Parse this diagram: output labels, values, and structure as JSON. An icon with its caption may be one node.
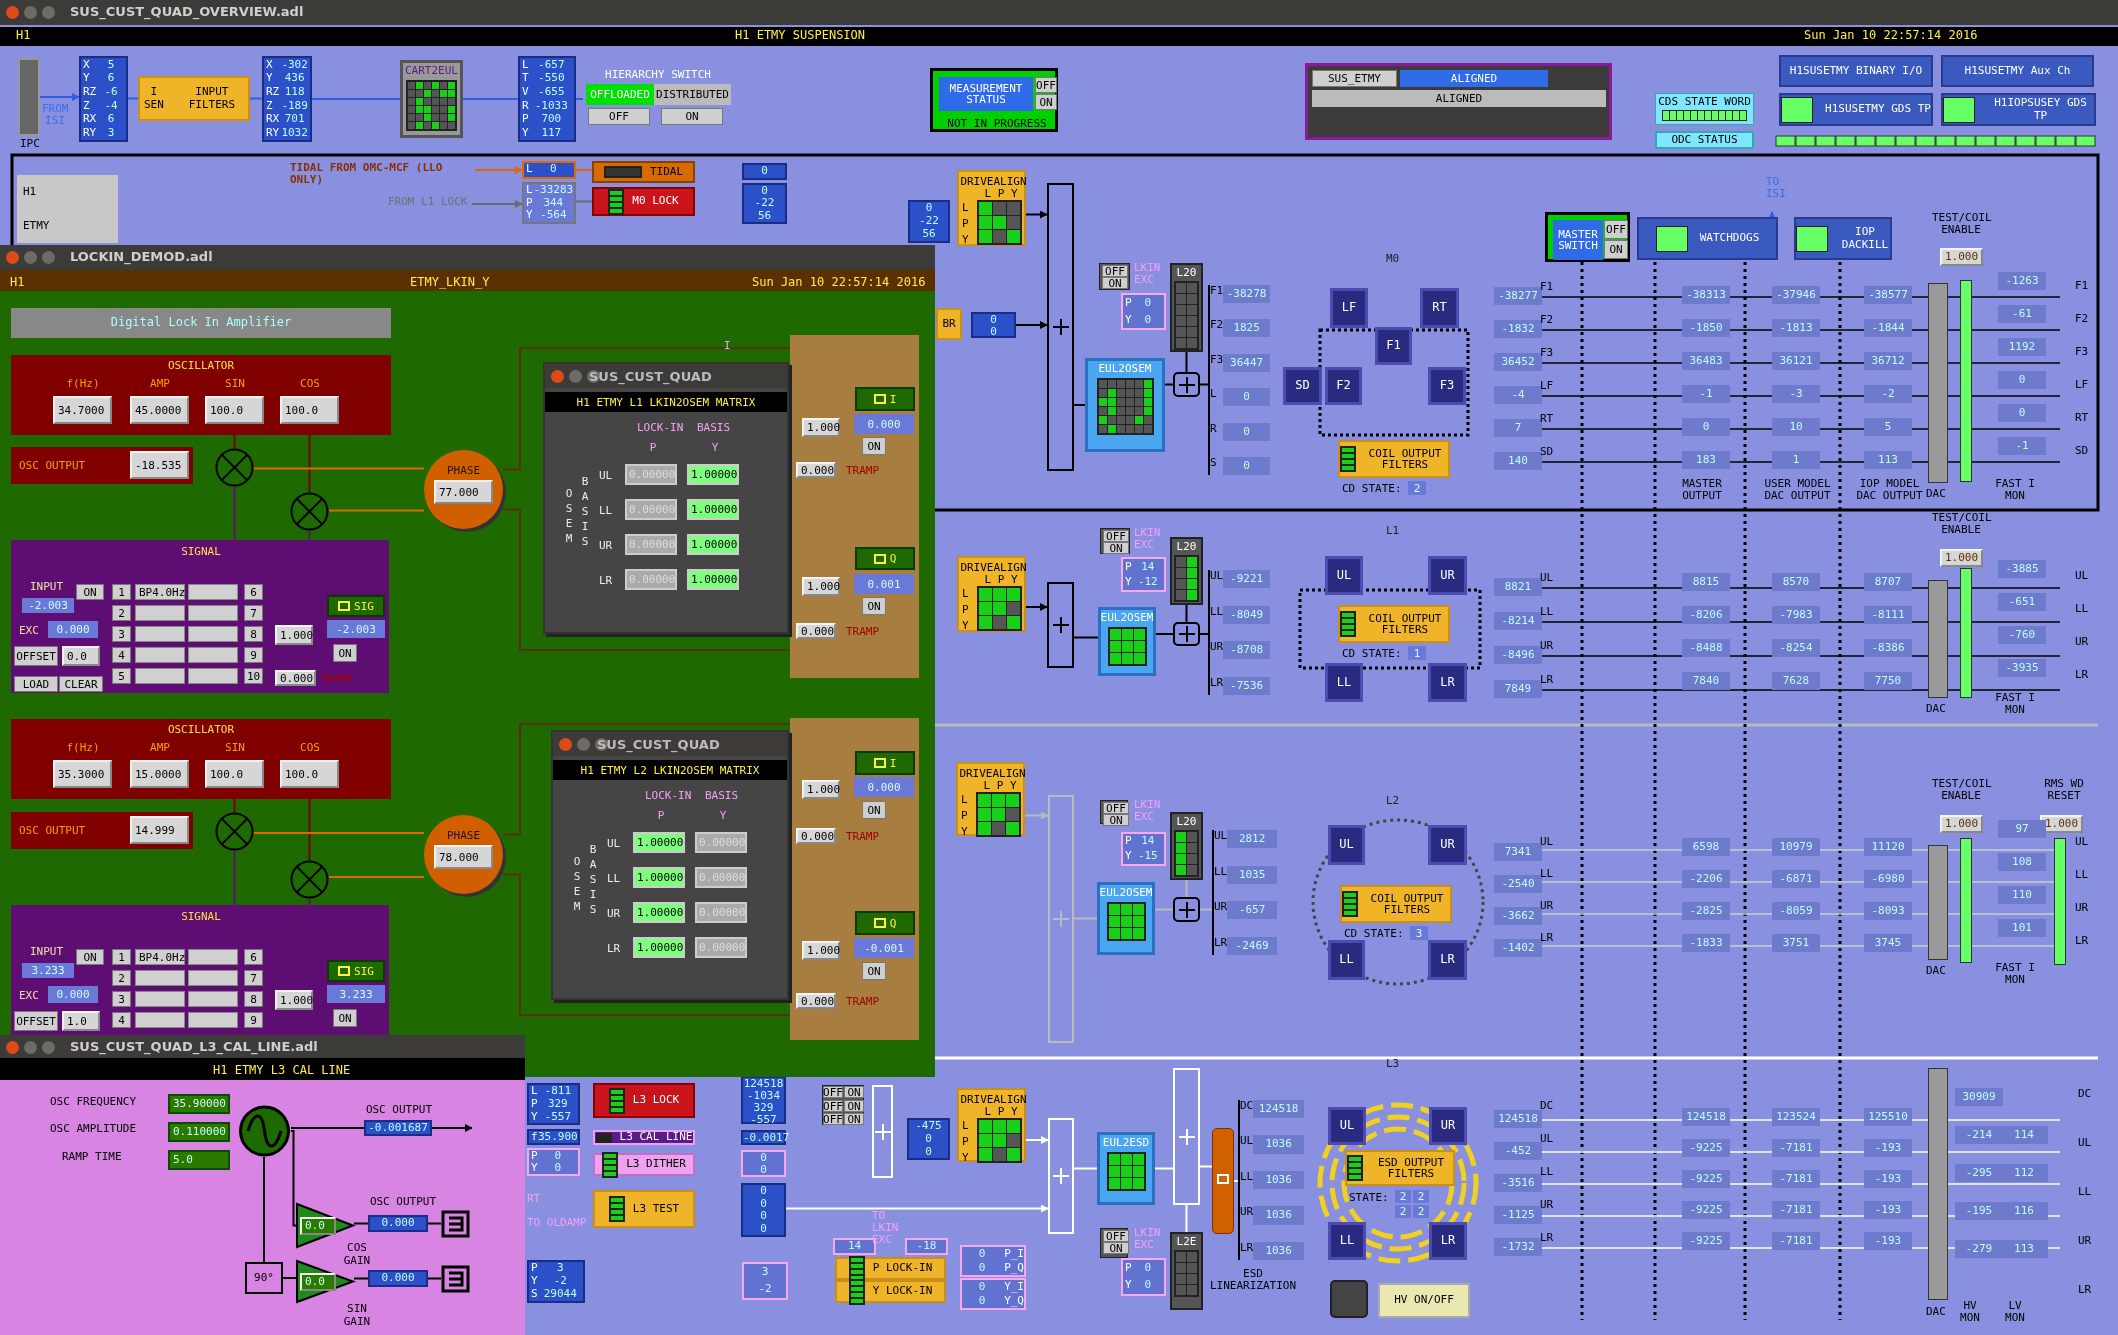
{
  "diagram": {
    "nodes": [
      {
        "text": [
          "SUS_CUST_QUAD_OVERVIEW.adl"
        ]
      },
      {
        "text": [
          "IPC"
        ],
        "in": 0
      },
      {
        "text": [
          "X",
          "5",
          "Y",
          "6",
          "RZ",
          "-6",
          "Z",
          "-4",
          "RX",
          "6",
          "RY",
          "3"
        ],
        "in": 0
      },
      {
        "text": [
          "I SEN",
          "INPUT FILTERS"
        ],
        "in": 0
      },
      {
        "text": [
          "X",
          "-302",
          "Y",
          "436",
          "RZ",
          "118",
          "Z",
          "-189",
          "RX",
          "701",
          "RY",
          "1032"
        ],
        "in": 0
      },
      {
        "text": [
          "CART2EUL"
        ],
        "in": 0
      },
      {
        "text": [
          "L",
          "-657",
          "T",
          "-550",
          "V",
          "-655",
          "R",
          "-1033",
          "P",
          "700",
          "Y",
          "117"
        ],
        "in": 0
      },
      {
        "text": [
          "HIERARCHY SWITCH",
          "OFFLOADED",
          "DISTRIBUTED",
          "OFF",
          "ON"
        ],
        "in": 0
      },
      {
        "text": [
          "MEASUREMENT STATUS",
          "OFF",
          "ON",
          "NOT IN PROGRESS"
        ],
        "in": 0
      },
      {
        "text": [
          "SUS_ETMY",
          "ALIGNED",
          "ALIGNED"
        ],
        "in": 0
      },
      {
        "text": [
          "CDS STATE WORD"
        ],
        "in": 0
      },
      {
        "text": [
          "ODC STATUS"
        ],
        "in": 0
      },
      {
        "text": [
          "H1SUSETMY BINARY I/O"
        ],
        "in": 0
      },
      {
        "text": [
          "H1SUSETMY Aux Ch"
        ],
        "in": 0
      },
      {
        "text": [
          "H1SUSETMY GDS TP"
        ],
        "in": 0
      },
      {
        "text": [
          "H1IOPSUSEY GDS TP"
        ],
        "in": 0
      },
      {
        "text": [
          "H1",
          "ETMY"
        ],
        "in": 0
      },
      {
        "text": [
          "TIDAL FROM OMC-MCF (LLO ONLY)"
        ],
        "in": 0
      },
      {
        "text": [
          "FROM L1 LOCK"
        ],
        "in": 0
      },
      {
        "text": [
          "L",
          "0"
        ],
        "in": 0
      },
      {
        "text": [
          "L",
          "-33283",
          "P",
          "344",
          "Y",
          "-564"
        ],
        "in": 0
      },
      {
        "text": [
          "TIDAL"
        ],
        "in": 0
      },
      {
        "text": [
          "M0 LOCK"
        ],
        "in": 0
      },
      {
        "text": [
          "0"
        ],
        "in": 0
      },
      {
        "text": [
          "0",
          "-22",
          "56"
        ],
        "in": 0
      },
      {
        "text": [
          "0",
          "-22",
          "56"
        ],
        "in": 0
      },
      {
        "text": [
          "DRIVEALIGN",
          "L P Y",
          "L",
          "P",
          "Y"
        ],
        "in": 0
      },
      {
        "text": [],
        "shape": "bar",
        "in": 0
      },
      {
        "text": [
          "BR"
        ],
        "in": 0
      },
      {
        "text": [
          "0",
          "0"
        ],
        "in": 0
      },
      {
        "text": [
          "OFF",
          "ON"
        ],
        "in": 0
      },
      {
        "text": [
          "P",
          "0",
          "Y",
          "0"
        ],
        "in": 0
      },
      {
        "text": [
          "L20"
        ],
        "in": 0
      },
      {
        "text": [
          "EUL2OSEM"
        ],
        "in": 0
      },
      {
        "text": [],
        "shape": "box",
        "in": 0
      },
      {
        "text": [
          "F1",
          "-38278",
          "F2",
          "1825",
          "F3",
          "36447",
          "L",
          "0",
          "R",
          "0",
          "S",
          "0"
        ],
        "in": 0
      },
      {
        "text": [
          "LF"
        ],
        "in": 0
      },
      {
        "text": [
          "RT"
        ],
        "in": 0
      },
      {
        "text": [
          "F1"
        ],
        "in": 0
      },
      {
        "text": [
          "SD"
        ],
        "in": 0
      },
      {
        "text": [
          "F2"
        ],
        "in": 0
      },
      {
        "text": [
          "F3"
        ],
        "in": 0
      },
      {
        "text": [
          "COIL OUTPUT FILTERS",
          "CD STATE:",
          "2"
        ],
        "in": 0
      },
      {
        "text": [
          "MASTER SWITCH",
          "OFF",
          "ON"
        ],
        "in": 0
      },
      {
        "text": [
          "WATCHDOGS"
        ],
        "in": 0
      },
      {
        "text": [
          "IOP DACKILL"
        ],
        "in": 0
      },
      {
        "text": [
          "TO ISI"
        ],
        "in": 0
      },
      {
        "text": [
          "DRIVEALIGN",
          "L P Y",
          "L",
          "P",
          "Y"
        ],
        "in": 0
      },
      {
        "text": [],
        "shape": "bar",
        "in": 0
      },
      {
        "text": [
          "OFF",
          "ON"
        ],
        "in": 0
      },
      {
        "text": [
          "P",
          "14",
          "Y",
          "-12"
        ],
        "in": 0
      },
      {
        "text": [
          "L20"
        ],
        "in": 0
      },
      {
        "text": [
          "EUL2OSEM"
        ],
        "in": 0
      },
      {
        "text": [],
        "shape": "box",
        "in": 0
      },
      {
        "text": [
          "UL",
          "-9221",
          "LL",
          "-8049",
          "UR",
          "-8708",
          "LR",
          "-7536"
        ],
        "in": 0
      },
      {
        "text": [
          "UL"
        ],
        "in": 0
      },
      {
        "text": [
          "UR"
        ],
        "in": 0
      },
      {
        "text": [
          "LL"
        ],
        "in": 0
      },
      {
        "text": [
          "LR"
        ],
        "in": 0
      },
      {
        "text": [
          "COIL OUTPUT FILTERS",
          "CD STATE:",
          "1"
        ],
        "in": 0
      },
      {
        "text": [
          "DRIVEALIGN",
          "L P Y",
          "L",
          "P",
          "Y"
        ],
        "in": 0
      },
      {
        "text": [],
        "shape": "bar",
        "in": 0
      },
      {
        "text": [
          "OFF",
          "ON"
        ],
        "in": 0
      },
      {
        "text": [
          "P",
          "14",
          "Y",
          "-15"
        ],
        "in": 0
      },
      {
        "text": [
          "L20"
        ],
        "in": 0
      },
      {
        "text": [
          "EUL2OSEM"
        ],
        "in": 0
      },
      {
        "text": [],
        "shape": "box",
        "in": 0
      },
      {
        "text": [
          "UL",
          "2812",
          "LL",
          "1035",
          "UR",
          "-657",
          "LR",
          "-2469"
        ],
        "in": 0
      },
      {
        "text": [
          "UL"
        ],
        "in": 0
      },
      {
        "text": [
          "UR"
        ],
        "in": 0
      },
      {
        "text": [
          "LL"
        ],
        "in": 0
      },
      {
        "text": [
          "LR"
        ],
        "in": 0
      },
      {
        "text": [
          "COIL OUTPUT FILTERS",
          "CD STATE:",
          "3"
        ],
        "in": 0
      },
      {
        "text": [
          "L",
          "-811",
          "P",
          "329",
          "Y",
          "-557"
        ],
        "in": 0
      },
      {
        "text": [
          "f",
          "35.900"
        ],
        "in": 0
      },
      {
        "text": [
          "P",
          "0",
          "Y",
          "0"
        ],
        "in": 0
      },
      {
        "text": [
          "P",
          "3",
          "Y",
          "-2",
          "S",
          "29044"
        ],
        "in": 0
      },
      {
        "text": [
          "L3 LOCK"
        ],
        "in": 0
      },
      {
        "text": [
          "L3 CAL LINE"
        ],
        "in": 0
      },
      {
        "text": [
          "L3 DITHER"
        ],
        "in": 0
      },
      {
        "text": [
          "L3 TEST"
        ],
        "in": 0
      },
      {
        "text": [
          "124518",
          "-1034",
          "329",
          "-557"
        ],
        "in": 0
      },
      {
        "text": [
          "-0.0017"
        ],
        "in": 0
      },
      {
        "text": [
          "0",
          "0"
        ],
        "in": 0
      },
      {
        "text": [
          "0",
          "0",
          "0",
          "0"
        ],
        "in": 0
      },
      {
        "text": [
          "OFF",
          "ON",
          "OFF",
          "ON",
          "OFF",
          "ON"
        ],
        "in": 0
      },
      {
        "text": [],
        "shape": "bar",
        "in": 0
      },
      {
        "text": [
          "-475",
          "0",
          "0"
        ],
        "in": 0
      },
      {
        "text": [
          "DRIVEALIGN",
          "L P Y",
          "L",
          "P",
          "Y"
        ],
        "in": 0
      },
      {
        "text": [],
        "shape": "bar",
        "in": 0
      },
      {
        "text": [
          "EUL2ESD"
        ],
        "in": 0
      },
      {
        "text": [],
        "shape": "bar",
        "in": 0
      },
      {
        "text": [],
        "shape": "box",
        "in": 0
      },
      {
        "text": [
          "DC",
          "124518",
          "UL",
          "1036",
          "LL",
          "1036",
          "UR",
          "1036",
          "LR",
          "1036"
        ],
        "in": 0
      },
      {
        "text": [
          "OFF",
          "ON"
        ],
        "in": 0
      },
      {
        "text": [
          "P",
          "0",
          "Y",
          "0"
        ],
        "in": 0
      },
      {
        "text": [
          "L2E"
        ],
        "in": 0
      },
      {
        "text": [
          "P LOCK-IN"
        ],
        "in": 0
      },
      {
        "text": [
          "Y LOCK-IN"
        ],
        "in": 0
      },
      {
        "text": [
          "14"
        ],
        "in": 0
      },
      {
        "text": [
          "-18"
        ],
        "in": 0
      },
      {
        "text": [
          "3",
          "-2"
        ],
        "in": 0
      },
      {
        "text": [
          "0",
          "P_I",
          "0",
          "P_Q"
        ],
        "in": 0
      },
      {
        "text": [
          "0",
          "Y_I",
          "0",
          "Y_Q"
        ],
        "in": 0
      },
      {
        "text": [
          "UL"
        ],
        "in": 0
      },
      {
        "text": [
          "UR"
        ],
        "in": 0
      },
      {
        "text": [
          "LL"
        ],
        "in": 0
      },
      {
        "text": [
          "LR"
        ],
        "in": 0
      },
      {
        "text": [
          "ESD OUTPUT FILTERS",
          "STATE:",
          "2",
          "2",
          "2",
          "2"
        ],
        "in": 0
      },
      {
        "text": [],
        "shape": "box",
        "in": 0
      },
      {
        "text": [
          "HV ON/OFF"
        ],
        "in": 0
      },
      {
        "text": [
          "LOCKIN_DEMOD.adl"
        ],
        "in": 0
      },
      {
        "text": [
          "Digital Lock In Amplifier"
        ],
        "in": 111
      },
      {
        "text": [
          "OSCILLATOR",
          "f(Hz)",
          "AMP",
          "SIN",
          "COS",
          "34.7000",
          "45.0000",
          "100.0",
          "100.0"
        ],
        "in": 111
      },
      {
        "text": [
          "OSC OUTPUT",
          "-18.535"
        ],
        "in": 111
      },
      {
        "text": [],
        "shape": "circle",
        "in": 111
      },
      {
        "text": [],
        "shape": "circle",
        "in": 111
      },
      {
        "text": [
          "PHASE",
          "77.000"
        ],
        "in": 111
      },
      {
        "text": [
          "SIGNAL",
          "INPUT",
          "-2.003",
          "ON",
          "EXC",
          "0.000",
          "OFFSET",
          "0.0",
          "LOAD",
          "CLEAR",
          "1",
          "2",
          "3",
          "4",
          "5",
          "BP4.0Hz",
          "6",
          "7",
          "8",
          "9",
          "10",
          "1.000",
          "SIG",
          "-2.003",
          "ON",
          "0.000",
          "TRAMP"
        ],
        "in": 111
      },
      {
        "text": [
          "I",
          "1.000",
          "0.000",
          "ON",
          "0.000",
          "TRAMP"
        ],
        "in": 111
      },
      {
        "text": [
          "Q",
          "1.000",
          "0.001",
          "ON",
          "0.000",
          "TRAMP"
        ],
        "in": 111
      },
      {
        "text": [
          "SUS_CUST_QUAD",
          "H1 ETMY L1 LKIN2OSEM MATRIX",
          "LOCK-IN",
          "BASIS",
          "P",
          "Y",
          "OSEM",
          "BASIS",
          "UL",
          "0.00000",
          "1.00000",
          "LL",
          "0.00000",
          "1.00000",
          "UR",
          "0.00000",
          "1.00000",
          "LR",
          "0.00000",
          "1.00000"
        ],
        "in": 111
      },
      {
        "text": [
          "OSCILLATOR",
          "f(Hz)",
          "AMP",
          "SIN",
          "COS",
          "35.3000",
          "15.0000",
          "100.0",
          "100.0"
        ],
        "in": 111
      },
      {
        "text": [
          "OSC OUTPUT",
          "14.999"
        ],
        "in": 111
      },
      {
        "text": [],
        "shape": "circle",
        "in": 111
      },
      {
        "text": [],
        "shape": "circle",
        "in": 111
      },
      {
        "text": [
          "PHASE",
          "78.000"
        ],
        "in": 111
      },
      {
        "text": [
          "SIGNAL",
          "INPUT",
          "3.233",
          "ON",
          "EXC",
          "0.000",
          "OFFSET",
          "1.0",
          "1",
          "2",
          "3",
          "4",
          "BP4.0Hz",
          "6",
          "7",
          "8",
          "9",
          "1.000",
          "SIG",
          "3.233",
          "ON"
        ],
        "in": 111
      },
      {
        "text": [
          "I",
          "1.000",
          "0.000",
          "ON",
          "0.000",
          "TRAMP"
        ],
        "in": 111
      },
      {
        "text": [
          "Q",
          "1.000",
          "-0.001",
          "ON",
          "0.000",
          "TRAMP"
        ],
        "in": 111
      },
      {
        "text": [
          "SUS_CUST_QUAD",
          "H1 ETMY L2 LKIN2OSEM MATRIX",
          "LOCK-IN",
          "BASIS",
          "P",
          "Y",
          "OSEM",
          "BASIS",
          "UL",
          "1.00000",
          "0.00000",
          "LL",
          "1.00000",
          "0.00000",
          "UR",
          "1.00000",
          "0.00000",
          "LR",
          "1.00000",
          "0.00000"
        ],
        "in": 111
      },
      {
        "text": [
          "SUS_CUST_QUAD_L3_CAL_LINE.adl"
        ],
        "in": 0
      },
      {
        "text": [],
        "shape": "circle",
        "in": 131
      },
      {
        "text": [
          "-0.001687"
        ],
        "beside": [
          "OSC OUTPUT"
        ],
        "in": 131
      },
      {
        "text": [
          "0.0"
        ],
        "beside": [
          "COS GAIN"
        ],
        "in": 131
      },
      {
        "text": [
          "0.000"
        ],
        "beside": [
          "OSC OUTPUT"
        ],
        "in": 131
      },
      {
        "text": [],
        "shape": "box",
        "in": 131
      },
      {
        "text": [
          "90°"
        ],
        "in": 131
      },
      {
        "text": [
          "0.0"
        ],
        "beside": [
          "SIN GAIN"
        ],
        "in": 131
      },
      {
        "text": [
          "0.000"
        ],
        "in": 131
      },
      {
        "text": [],
        "shape": "box",
        "in": 131
      },
      {
        "text": [],
        "shape": "bar",
        "in": 0
      },
      {
        "text": [],
        "shape": "bar",
        "in": 0
      },
      {
        "text": [],
        "shape": "bar",
        "in": 0
      },
      {
        "text": [],
        "shape": "bar",
        "in": 0
      },
      {
        "text": [],
        "shape": "bar",
        "in": 0
      },
      {
        "text": [],
        "shape": "bar",
        "in": 0
      },
      {
        "text": [],
        "shape": "bar",
        "in": 0
      },
      {
        "text": [],
        "shape": "bar",
        "in": 0
      }
    ],
    "edges": [
      {
        "from": 1,
        "to": 2,
        "arrow": "to",
        "color": "#2f5fe0"
      },
      {
        "from": 2,
        "to": 3,
        "arrow": "none",
        "color": "#2f5fe0"
      },
      {
        "from": 3,
        "to": 4,
        "arrow": "none",
        "color": "#2f5fe0"
      },
      {
        "from": 4,
        "to": 5,
        "arrow": "none",
        "color": "#2f5fe0"
      },
      {
        "from": 5,
        "to": 6,
        "arrow": "none",
        "color": "#2f5fe0"
      },
      {
        "from": 6,
        "to": 7,
        "arrow": "none",
        "color": "#2f5fe0"
      },
      {
        "from": 17,
        "to": 19,
        "arrow": "to",
        "color": "#e06a00"
      },
      {
        "from": 19,
        "to": 21,
        "arrow": "none",
        "color": "#e06a00"
      },
      {
        "from": 18,
        "to": 20,
        "arrow": "to",
        "color": "#6b6b6b"
      },
      {
        "from": 20,
        "to": 22,
        "arrow": "none",
        "color": "#6b6b6b"
      },
      {
        "from": 26,
        "to": 27,
        "arrow": "to"
      },
      {
        "from": 29,
        "to": 27,
        "arrow": "to"
      },
      {
        "from": 27,
        "to": 33,
        "arrow": "none"
      },
      {
        "from": 33,
        "to": 34,
        "arrow": "none"
      },
      {
        "from": 32,
        "to": 34,
        "arrow": "none"
      },
      {
        "from": 34,
        "to": 35,
        "arrow": "none"
      },
      {
        "from": 44,
        "to": 46,
        "arrow": "to",
        "color": "#2f5fe0"
      },
      {
        "from": 47,
        "to": 48,
        "arrow": "to"
      },
      {
        "from": 48,
        "to": 52,
        "arrow": "none"
      },
      {
        "from": 52,
        "to": 53,
        "arrow": "none"
      },
      {
        "from": 51,
        "to": 53,
        "arrow": "none"
      },
      {
        "from": 53,
        "to": 54,
        "arrow": "none"
      },
      {
        "from": 60,
        "to": 61,
        "arrow": "to",
        "color": "#b9b9b9"
      },
      {
        "from": 61,
        "to": 65,
        "arrow": "none",
        "color": "#b9b9b9"
      },
      {
        "from": 65,
        "to": 66,
        "arrow": "none",
        "color": "#b9b9b9"
      },
      {
        "from": 64,
        "to": 66,
        "arrow": "none",
        "color": "#b9b9b9"
      },
      {
        "from": 66,
        "to": 67,
        "arrow": "none",
        "color": "#b9b9b9"
      },
      {
        "from": 88,
        "to": 89,
        "arrow": "to",
        "color": "#ffffff"
      },
      {
        "from": 84,
        "to": 89,
        "arrow": "to",
        "color": "#ffffff"
      },
      {
        "from": 89,
        "to": 90,
        "arrow": "none",
        "color": "#ffffff"
      },
      {
        "from": 90,
        "to": 91,
        "arrow": "none",
        "color": "#ffffff"
      },
      {
        "from": 91,
        "to": 92,
        "arrow": "none",
        "color": "#ffffff"
      },
      {
        "from": 96,
        "to": 91,
        "arrow": "none",
        "color": "#ffffff"
      },
      {
        "from": 92,
        "to": 93,
        "arrow": "none",
        "color": "#ffffff"
      },
      {
        "from": 113,
        "to": 115,
        "arrow": "none",
        "color": "#7a0000"
      },
      {
        "from": 113,
        "to": 116,
        "arrow": "none",
        "color": "#7a0000"
      },
      {
        "from": 118,
        "to": 115,
        "arrow": "none",
        "color": "#5e0d72"
      },
      {
        "from": 118,
        "to": 116,
        "arrow": "none",
        "color": "#5e0d72"
      },
      {
        "from": 115,
        "to": 117,
        "arrow": "none",
        "color": "#e06a00"
      },
      {
        "from": 116,
        "to": 117,
        "arrow": "none",
        "color": "#e06a00"
      },
      {
        "from": 117,
        "to": 119,
        "arrow": "none",
        "color": "#5a3010"
      },
      {
        "from": 117,
        "to": 120,
        "arrow": "none",
        "color": "#5a3010"
      },
      {
        "from": 122,
        "to": 124,
        "arrow": "none",
        "color": "#7a0000"
      },
      {
        "from": 122,
        "to": 125,
        "arrow": "none",
        "color": "#7a0000"
      },
      {
        "from": 127,
        "to": 124,
        "arrow": "none",
        "color": "#5e0d72"
      },
      {
        "from": 127,
        "to": 125,
        "arrow": "none",
        "color": "#5e0d72"
      },
      {
        "from": 124,
        "to": 126,
        "arrow": "none",
        "color": "#e06a00"
      },
      {
        "from": 125,
        "to": 126,
        "arrow": "none",
        "color": "#e06a00"
      },
      {
        "from": 126,
        "to": 128,
        "arrow": "none",
        "color": "#5a3010"
      },
      {
        "from": 126,
        "to": 129,
        "arrow": "none",
        "color": "#5a3010"
      },
      {
        "from": 132,
        "to": 133,
        "arrow": "none"
      },
      {
        "from": 133,
        "to": null,
        "arrow": "to"
      },
      {
        "from": 132,
        "to": 134,
        "arrow": "none"
      },
      {
        "from": 134,
        "to": 135,
        "arrow": "none"
      },
      {
        "from": 135,
        "to": 136,
        "arrow": "none"
      },
      {
        "from": 132,
        "to": 137,
        "arrow": "none"
      },
      {
        "from": 137,
        "to": 138,
        "arrow": "none"
      },
      {
        "from": 138,
        "to": 139,
        "arrow": "none"
      },
      {
        "from": 139,
        "to": 140,
        "arrow": "none"
      }
    ],
    "labels": [
      "H1",
      "H1 ETMY SUSPENSION",
      "Sun Jan 10 22:57:14 2016",
      "FROM ISI",
      "M0",
      "L1",
      "L2",
      "L3",
      "LKIN EXC",
      "LKIN EXC",
      "LKIN EXC",
      "LKIN EXC",
      "-38277",
      "-1832",
      "36452",
      "-4",
      "7",
      "140",
      "F1",
      "F2",
      "F3",
      "LF",
      "RT",
      "SD",
      "-38313",
      "-1850",
      "36483",
      "-1",
      "0",
      "183",
      "-37946",
      "-1813",
      "36121",
      "-3",
      "10",
      "1",
      "-38577",
      "-1844",
      "36712",
      "-2",
      "5",
      "113",
      "MASTER OUTPUT",
      "USER MODEL DAC OUTPUT",
      "IOP MODEL DAC OUTPUT",
      "TEST/COIL ENABLE",
      "1.000",
      "DAC",
      "-1263",
      "-61",
      "1192",
      "0",
      "0",
      "-1",
      "F1",
      "F2",
      "F3",
      "LF",
      "RT",
      "SD",
      "FAST I MON",
      "8821",
      "-8214",
      "-8496",
      "7849",
      "UL",
      "LL",
      "UR",
      "LR",
      "8815",
      "-8206",
      "-8488",
      "7840",
      "8570",
      "-7983",
      "-8254",
      "7628",
      "8707",
      "-8111",
      "-8386",
      "7750",
      "TEST/COIL ENABLE",
      "1.000",
      "DAC",
      "-3885",
      "-651",
      "-760",
      "-3935",
      "UL",
      "LL",
      "UR",
      "LR",
      "FAST I MON",
      "7341",
      "-2540",
      "-3662",
      "-1402",
      "UL",
      "LL",
      "UR",
      "LR",
      "6598",
      "-2206",
      "-2825",
      "-1833",
      "10979",
      "-6871",
      "-8059",
      "3751",
      "11120",
      "-6980",
      "-8093",
      "3745",
      "TEST/COIL ENABLE",
      "1.000",
      "RMS WD RESET",
      "1.000",
      "DAC",
      "97",
      "108",
      "110",
      "101",
      "UL",
      "LL",
      "UR",
      "LR",
      "FAST I MON",
      "124518",
      "-452",
      "-3516",
      "-1125",
      "-1732",
      "DC",
      "UL",
      "LL",
      "UR",
      "LR",
      "124518",
      "-9225",
      "-9225",
      "-9225",
      "-9225",
      "123524",
      "-7181",
      "-7181",
      "-7181",
      "-7181",
      "125510",
      "-193",
      "-193",
      "-193",
      "-193",
      "DAC",
      "30909",
      "-214",
      "-295",
      "-195",
      "-279",
      "114",
      "112",
      "116",
      "113",
      "DC",
      "UL",
      "LL",
      "UR",
      "LR",
      "HV MON",
      "LV MON",
      "RT",
      "TO OLDAMP",
      "TO LKIN EXC",
      "H1",
      "ETMY_LKIN_Y",
      "Sun Jan 10 22:57:14 2016",
      "H1 ETMY L3 CAL LINE",
      "OSC FREQUENCY",
      "35.90000",
      "OSC AMPLITUDE",
      "0.110000",
      "RAMP TIME",
      "5.0",
      "ESD LINEARIZATION",
      "I"
    ]
  }
}
